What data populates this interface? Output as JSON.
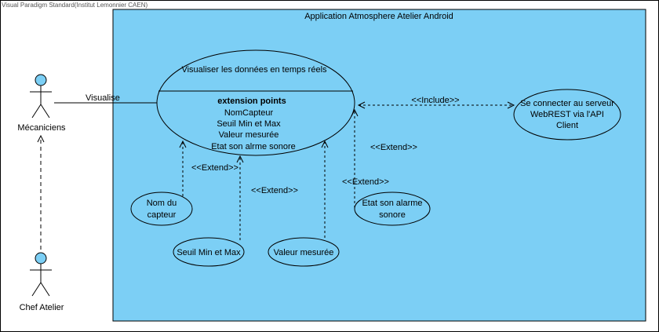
{
  "watermark": "Visual Paradigm Standard(Institut Lemonnier CAEN)",
  "system": {
    "title": "Application Atmosphere Atelier Android"
  },
  "actors": {
    "mecaniciens": "Mécaniciens",
    "chef_atelier": "Chef Atelier"
  },
  "associations": {
    "visualise": "Visualise"
  },
  "main_use_case": {
    "title": "Visualiser les données en temps réels",
    "extension_header": "extension points",
    "extension_points": [
      "NomCapteur",
      "Seuil Min et Max",
      "Valeur mesurée",
      "Etat son alrme sonore"
    ]
  },
  "use_cases": {
    "nom_capteur": [
      "Nom du",
      "capteur"
    ],
    "seuil": "Seuil Min et Max",
    "valeur": "Valeur mesurée",
    "etat": [
      "Etat son alarme",
      "sonore"
    ],
    "webrest": [
      "Se connecter au serveur",
      "WebREST via l'API",
      "Client"
    ]
  },
  "stereotypes": {
    "include": "<<Include>>",
    "extend": "<<Extend>>"
  },
  "colors": {
    "system_fill": "#7ccff5",
    "use_case_fill": "#7ccff5",
    "actor_head": "#7ccff5",
    "line": "#000000"
  }
}
